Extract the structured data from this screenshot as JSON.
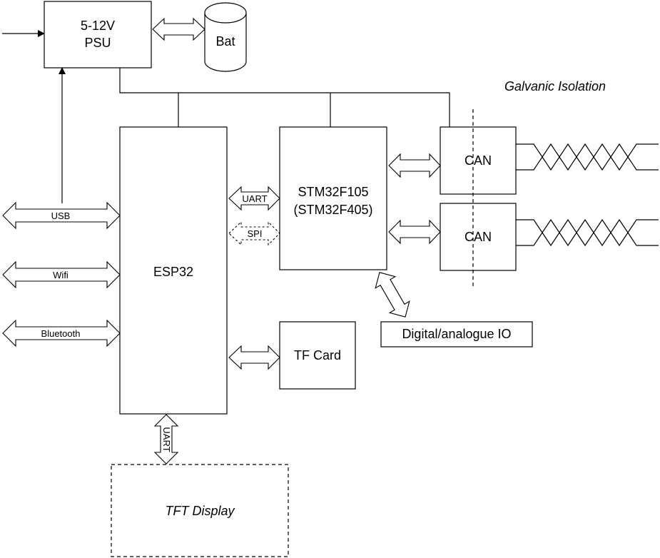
{
  "blocks": {
    "psu": {
      "line1": "5-12V",
      "line2": "PSU"
    },
    "battery": "Bat",
    "esp32": "ESP32",
    "stm32": {
      "line1": "STM32F105",
      "line2": "(STM32F405)"
    },
    "can1": "CAN",
    "can2": "CAN",
    "tf_card": "TF Card",
    "digital_io": "Digital/analogue IO",
    "tft_display": "TFT Display"
  },
  "interfaces": {
    "usb": "USB",
    "wifi": "Wifi",
    "bluetooth": "Bluetooth",
    "uart_stm": "UART",
    "spi_stm": "SPI",
    "uart_tft": "UART"
  },
  "annotations": {
    "galvanic_isolation": "Galvanic Isolation"
  }
}
